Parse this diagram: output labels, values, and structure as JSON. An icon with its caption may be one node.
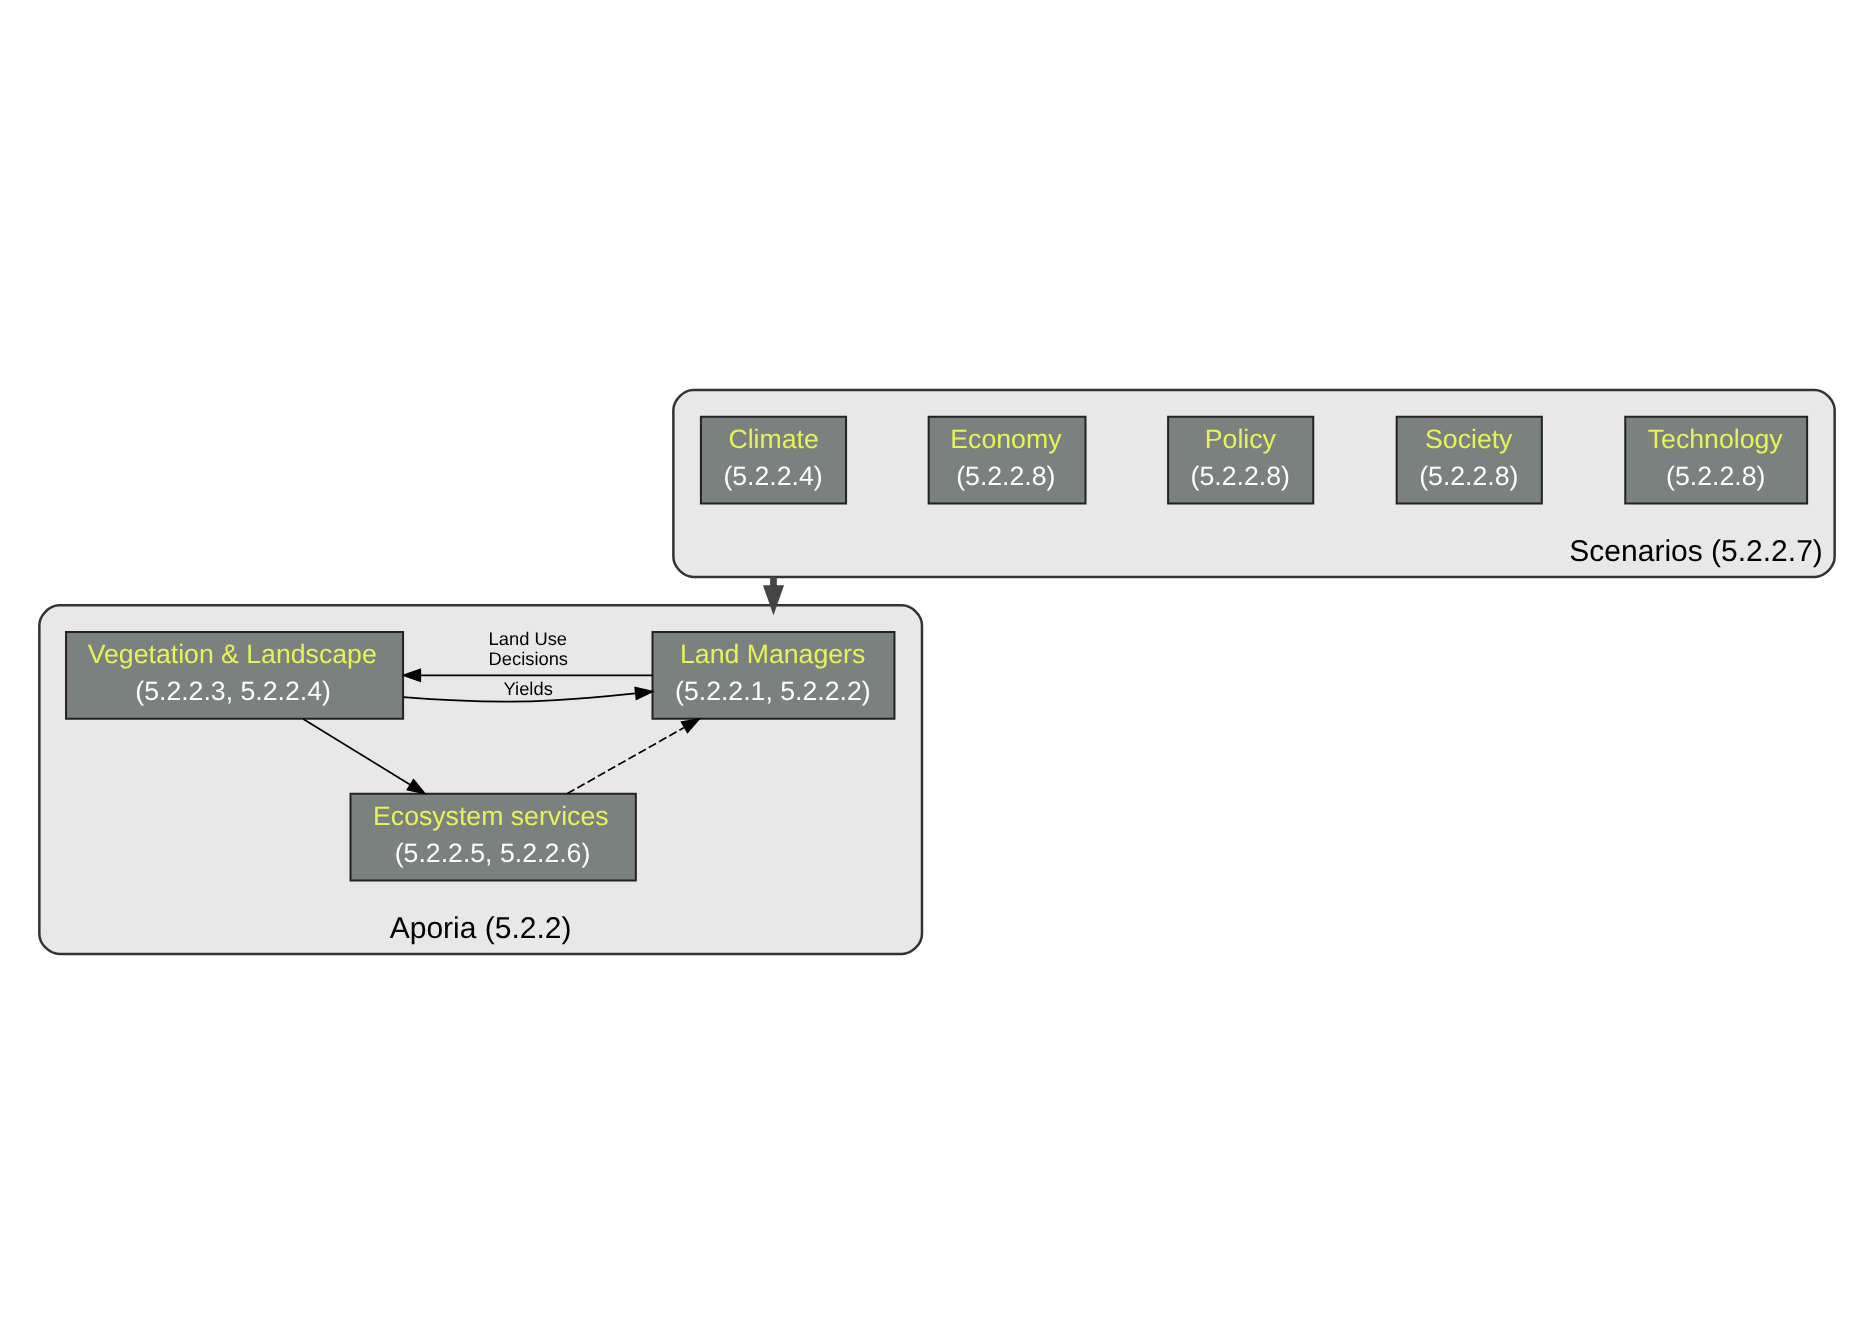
{
  "diagram": {
    "nodes": [
      {
        "text": [
          "Scenarios (5.2.2.7)"
        ]
      },
      {
        "text": [
          "Climate",
          "(5.2.2.4)"
        ],
        "in": 0
      },
      {
        "text": [
          "Economy",
          "(5.2.2.8)"
        ],
        "in": 0
      },
      {
        "text": [
          "Policy",
          "(5.2.2.8)"
        ],
        "in": 0
      },
      {
        "text": [
          "Society",
          "(5.2.2.8)"
        ],
        "in": 0
      },
      {
        "text": [
          "Technology",
          "(5.2.2.8)"
        ],
        "in": 0
      },
      {
        "text": [
          "Aporia (5.2.2)"
        ]
      },
      {
        "text": [
          "Land Managers",
          "(5.2.2.1, 5.2.2.2)"
        ],
        "in": 6
      },
      {
        "text": [
          "Vegetation & Landscape",
          "(5.2.2.3, 5.2.2.4)"
        ],
        "in": 6
      },
      {
        "text": [
          "Ecosystem services",
          "(5.2.2.5, 5.2.2.6)"
        ],
        "in": 6
      }
    ],
    "edges": [
      {
        "from": 0,
        "to": 6,
        "arrow": "to",
        "style": "thick"
      },
      {
        "from": 8,
        "to": 7,
        "arrow": "to",
        "label": "Yields"
      },
      {
        "from": 7,
        "to": 8,
        "arrow": "to",
        "label": "Land Use Decisions"
      },
      {
        "from": 8,
        "to": 9,
        "arrow": "to"
      },
      {
        "from": 9,
        "to": 7,
        "arrow": "to",
        "style": "dashed"
      }
    ]
  }
}
